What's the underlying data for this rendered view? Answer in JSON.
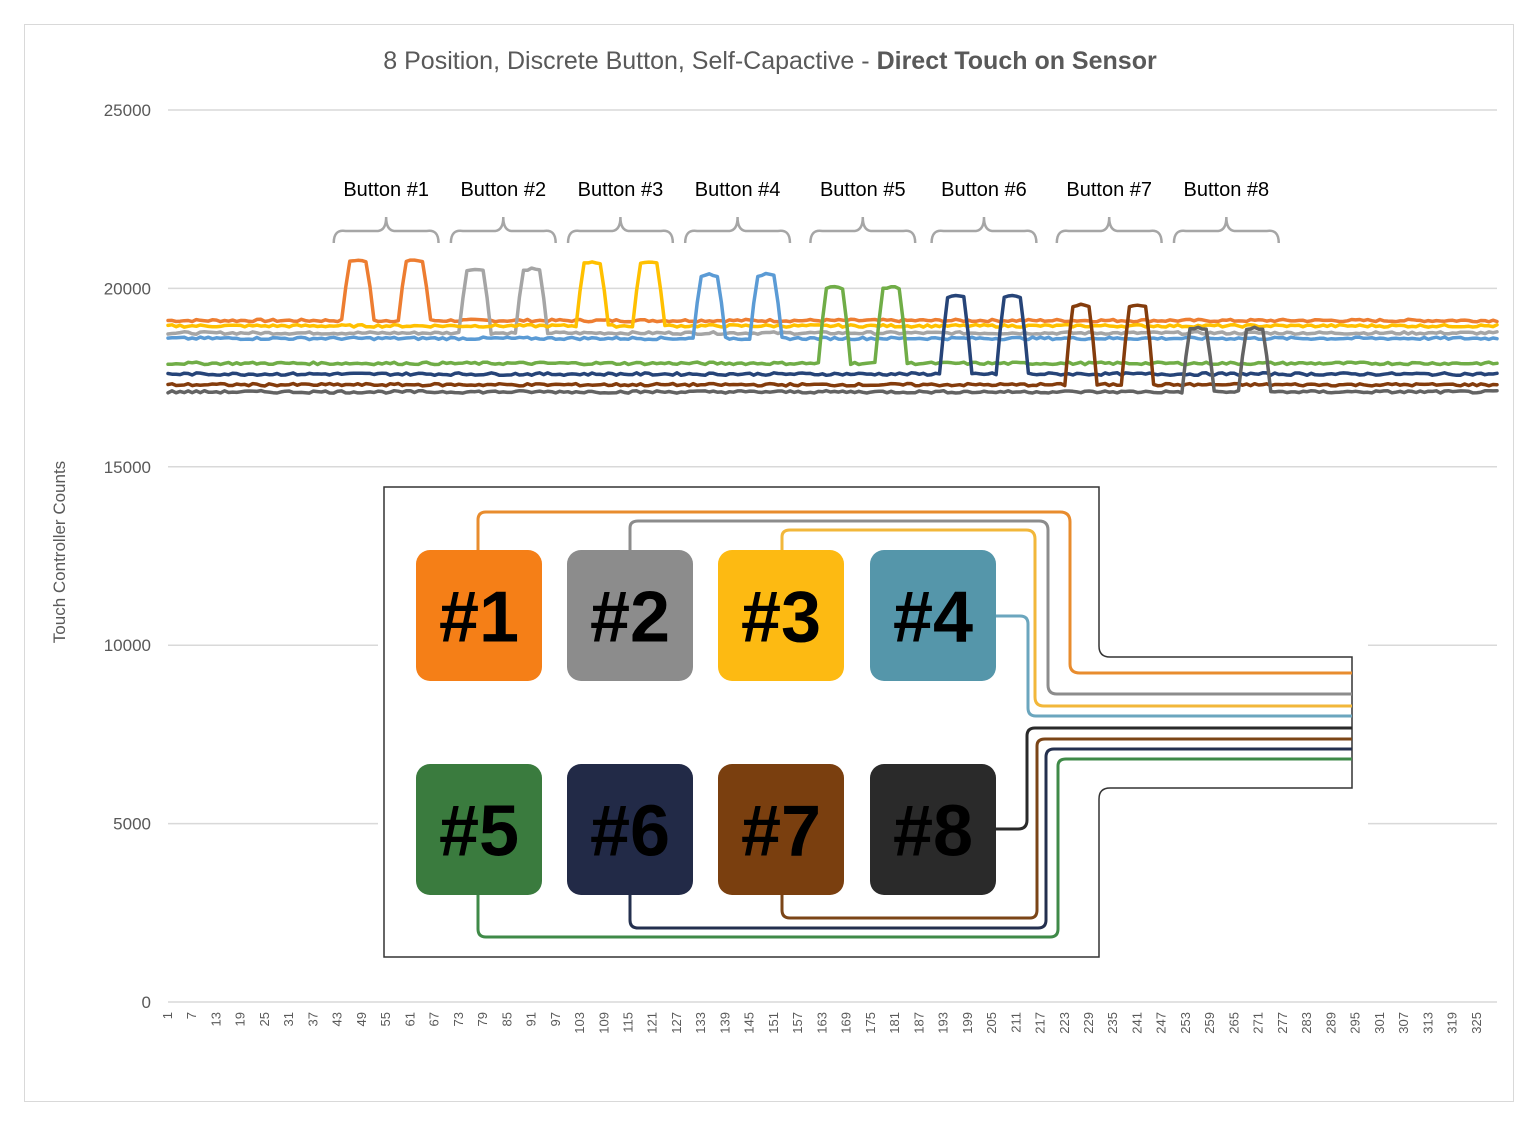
{
  "chart_data": {
    "type": "line",
    "title": "8 Position, Discrete Button, Self-Capactive - ",
    "title_bold": "Direct Touch on Sensor",
    "xlabel": "",
    "ylabel": "Touch Controller Counts",
    "ylim": [
      0,
      25000
    ],
    "yticks": [
      "0",
      "5000",
      "10000",
      "15000",
      "20000",
      "25000"
    ],
    "xlim": [
      1,
      330
    ],
    "xticks": [
      "1",
      "7",
      "13",
      "19",
      "25",
      "31",
      "37",
      "43",
      "49",
      "55",
      "61",
      "67",
      "73",
      "79",
      "85",
      "91",
      "97",
      "103",
      "109",
      "115",
      "121",
      "127",
      "133",
      "139",
      "145",
      "151",
      "157",
      "163",
      "169",
      "175",
      "181",
      "187",
      "193",
      "199",
      "205",
      "211",
      "217",
      "223",
      "229",
      "235",
      "241",
      "247",
      "253",
      "259",
      "265",
      "271",
      "277",
      "283",
      "289",
      "295",
      "301",
      "307",
      "313",
      "319",
      "325"
    ],
    "grid": true,
    "legend": "none",
    "series": [
      {
        "color": "#ED7D31",
        "baseline": 19100,
        "peak": 20800,
        "touches": [
          [
            45,
            51
          ],
          [
            59,
            65
          ]
        ]
      },
      {
        "color": "#A5A5A5",
        "baseline": 18750,
        "peak": 20550,
        "touches": [
          [
            74,
            80
          ],
          [
            88,
            94
          ]
        ]
      },
      {
        "color": "#FFC000",
        "baseline": 18950,
        "peak": 20750,
        "touches": [
          [
            103,
            109
          ],
          [
            117,
            123
          ]
        ]
      },
      {
        "color": "#5B9BD5",
        "baseline": 18600,
        "peak": 20400,
        "touches": [
          [
            132,
            138
          ],
          [
            146,
            152
          ]
        ]
      },
      {
        "color": "#70AD47",
        "baseline": 17900,
        "peak": 20050,
        "touches": [
          [
            163,
            169
          ],
          [
            177,
            183
          ]
        ]
      },
      {
        "color": "#264478",
        "baseline": 17600,
        "peak": 19800,
        "touches": [
          [
            193,
            199
          ],
          [
            207,
            213
          ]
        ]
      },
      {
        "color": "#843C0C",
        "baseline": 17300,
        "peak": 19550,
        "touches": [
          [
            224,
            230
          ],
          [
            238,
            244
          ]
        ]
      },
      {
        "color": "#636363",
        "baseline": 17100,
        "peak": 18900,
        "touches": [
          [
            253,
            259
          ],
          [
            267,
            273
          ]
        ]
      }
    ],
    "annotations": [
      "Button #1",
      "Button #2",
      "Button #3",
      "Button #4",
      "Button #5",
      "Button #6",
      "Button #7",
      "Button #8"
    ]
  },
  "sensor_diagram": {
    "keys": [
      {
        "label": "#1",
        "color": "#F57F17",
        "trace": "#E88C2E"
      },
      {
        "label": "#2",
        "color": "#8C8C8C",
        "trace": "#8C8C8C"
      },
      {
        "label": "#3",
        "color": "#FDBA12",
        "trace": "#F2B73A"
      },
      {
        "label": "#4",
        "color": "#5596AA",
        "trace": "#6BA6BE"
      },
      {
        "label": "#5",
        "color": "#3A7B3E",
        "trace": "#3F8A48"
      },
      {
        "label": "#6",
        "color": "#222A47",
        "trace": "#24304F"
      },
      {
        "label": "#7",
        "color": "#7A3F0F",
        "trace": "#7B4517"
      },
      {
        "label": "#8",
        "color": "#2A2A2A",
        "trace": "#2A2A2A"
      }
    ]
  }
}
